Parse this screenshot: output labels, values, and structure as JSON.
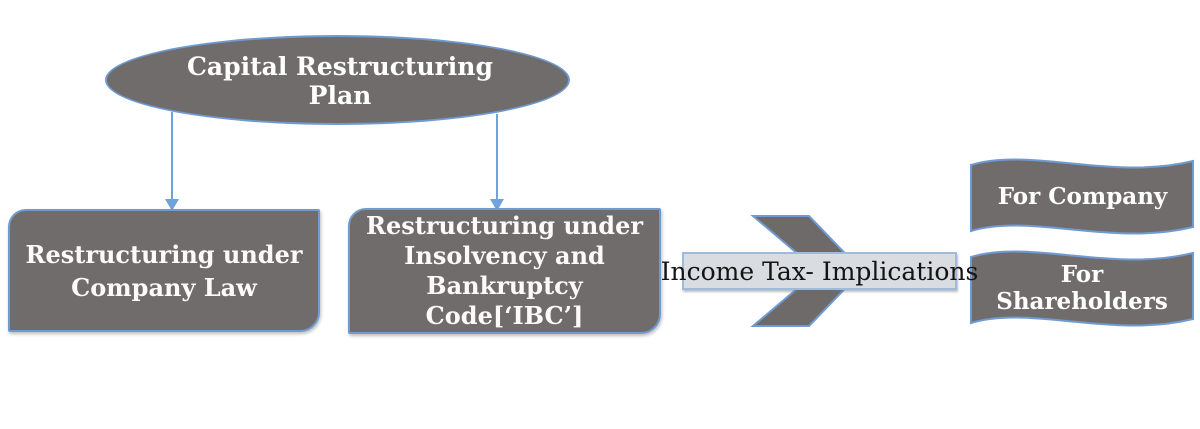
{
  "colors": {
    "shape_fill": "#716c6c",
    "shape_border": "#6f9bd1",
    "arrow_stroke": "#6fa3dc",
    "callout_fill": "#d9dce1",
    "callout_border": "#9fbbdc",
    "label_text_light": "#ffffff",
    "label_text_dark": "#141414",
    "background": "#ffffff"
  },
  "diagram": {
    "root_node": {
      "label": "Capital Restructuring\nPlan"
    },
    "branch_nodes": [
      {
        "label": "Restructuring under\nCompany Law"
      },
      {
        "label": "Restructuring under\nInsolvency and\nBankruptcy\nCode[‘IBC’]"
      }
    ],
    "process_label": {
      "label": "Income Tax- Implications"
    },
    "outcome_nodes": [
      {
        "label": "For Company"
      },
      {
        "label": "For Shareholders"
      }
    ]
  }
}
